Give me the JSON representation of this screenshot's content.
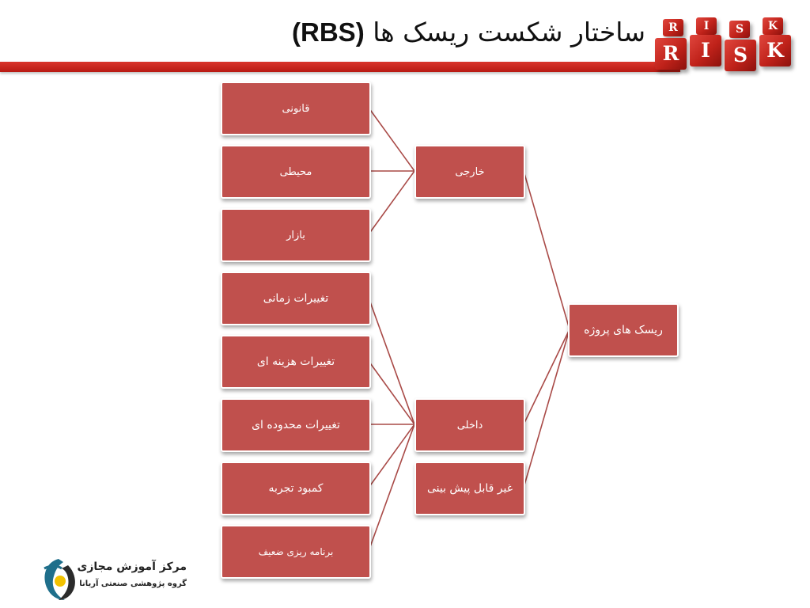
{
  "header": {
    "title": "ساختار شکست ریسک ها",
    "title_code": "(RBS)",
    "logo_letters_top": [
      "R",
      "I",
      "S",
      "K"
    ],
    "logo_letters_bottom": [
      "R",
      "I",
      "S",
      "K"
    ]
  },
  "diagram": {
    "root": "ریسک های پروژه",
    "categories": [
      {
        "label": "خارجی",
        "children": [
          "قانونی",
          "محیطی",
          "بازار"
        ]
      },
      {
        "label": "داخلی",
        "children": [
          "تغییرات زمانی",
          "تغییرات هزینه ای",
          "تغییرات محدوده ای",
          "کمبود تجربه",
          "برنامه ریزی ضعیف"
        ]
      },
      {
        "label": "غیر قابل پیش بینی",
        "children": []
      }
    ]
  },
  "footer": {
    "org_name": "مرکز آموزش مجازی",
    "org_subtitle": "گروه پژوهشی صنعتی آریانا"
  },
  "colors": {
    "node_fill": "#c0504d",
    "connector": "#a94a47",
    "header_bar": "#c8231b"
  }
}
